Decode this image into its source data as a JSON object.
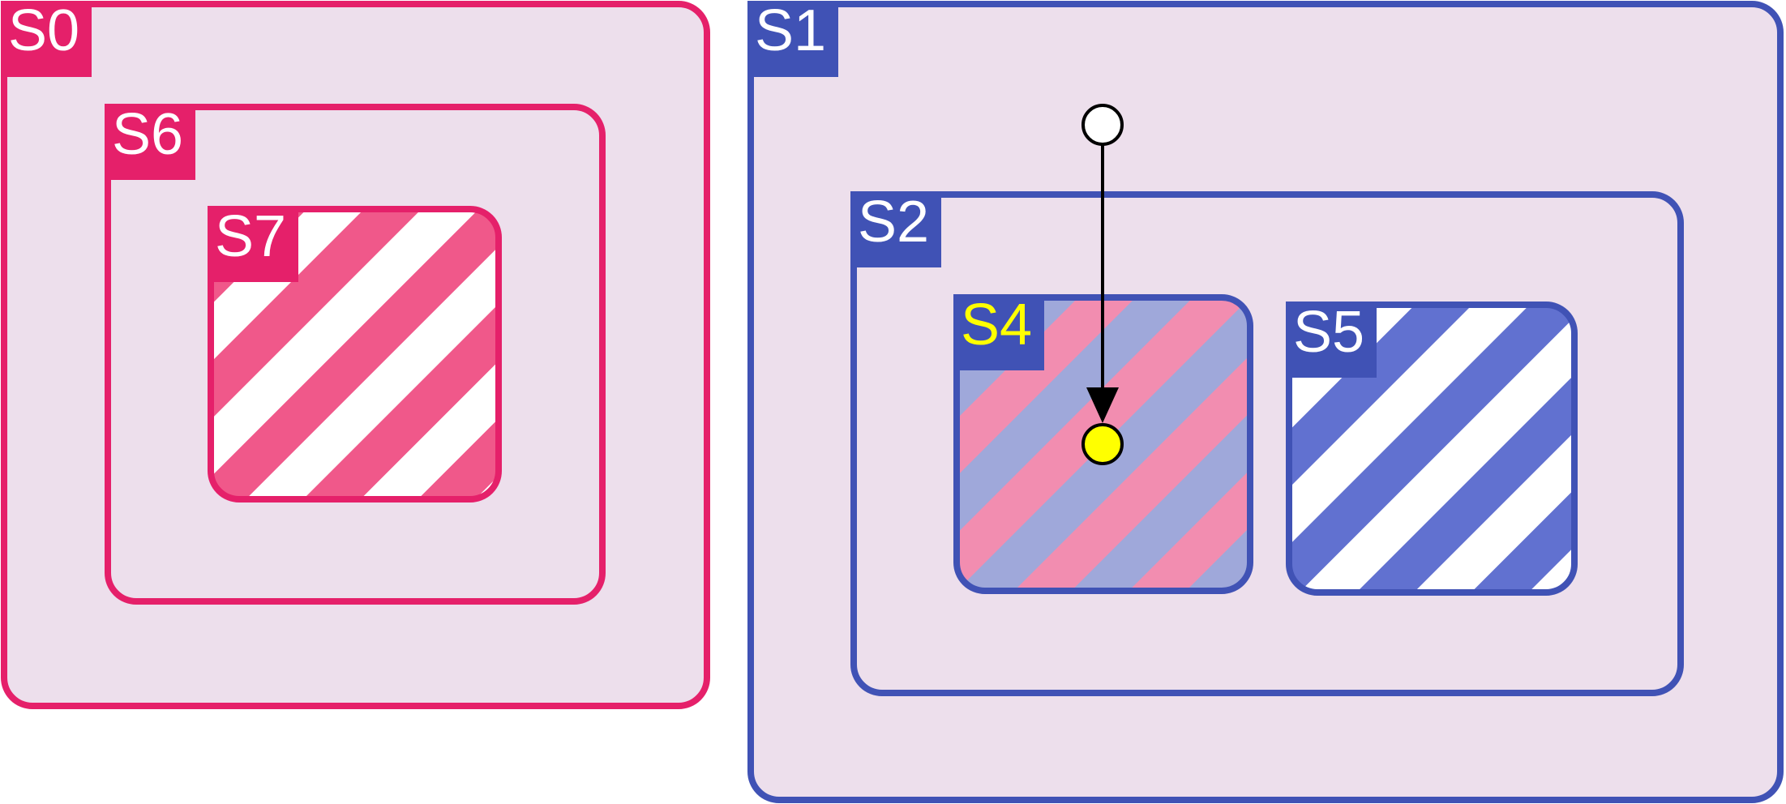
{
  "colors": {
    "background": "#ffffff",
    "pink": "#E5206A",
    "pink_stripe": "#F0588A",
    "pink_light_stripe": "#F28DB0",
    "blue": "#4052B5",
    "blue_stripe": "#6171D0",
    "blue_light_stripe": "#9FA8DA",
    "state_fill": "#EDDFEC",
    "label_text": "#ffffff",
    "active_label_text": "#FFFF00",
    "active_dot": "#FFFF00",
    "initial_dot": "#ffffff",
    "edge": "#000000"
  },
  "states": {
    "s0": {
      "label": "S0"
    },
    "s1": {
      "label": "S1"
    },
    "s2": {
      "label": "S2"
    },
    "s4": {
      "label": "S4",
      "active": true
    },
    "s5": {
      "label": "S5"
    },
    "s6": {
      "label": "S6"
    },
    "s7": {
      "label": "S7"
    }
  },
  "markers": {
    "initial": {
      "icon": "initial-state-circle-icon"
    },
    "current": {
      "icon": "current-state-dot-icon"
    }
  }
}
